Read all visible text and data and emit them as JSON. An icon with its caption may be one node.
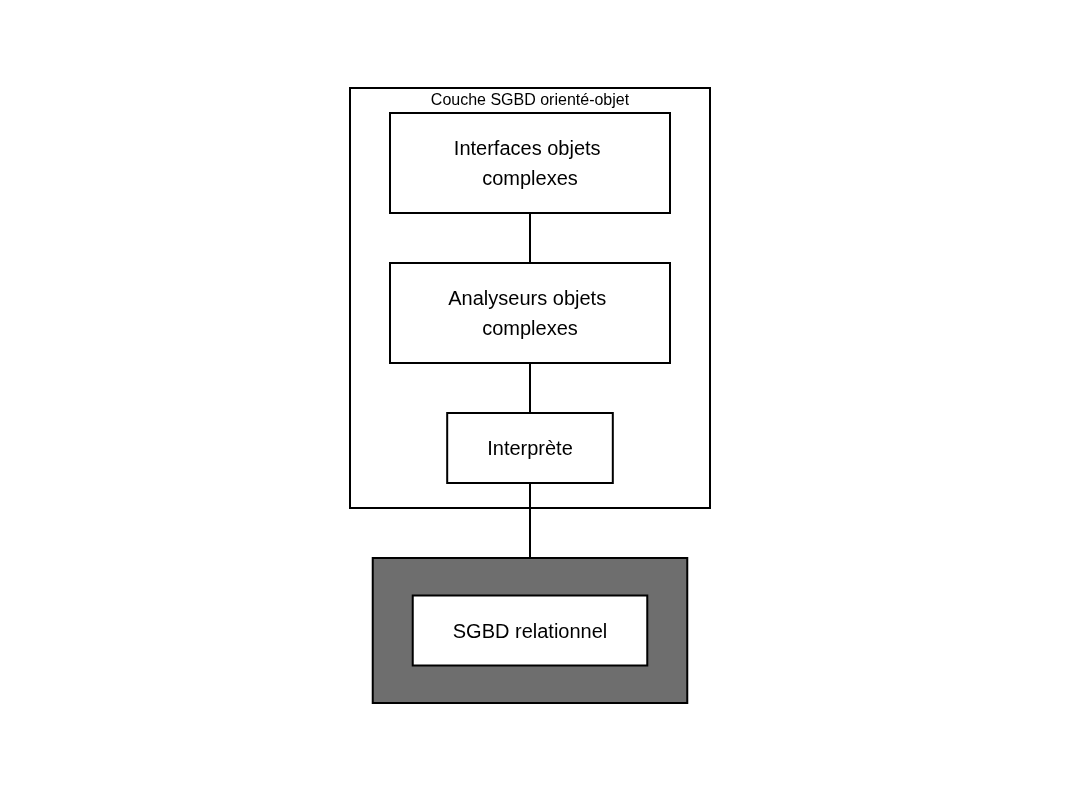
{
  "diagram": {
    "nodes": [
      {
        "text": [
          "Couche SGBD orienté-objet"
        ]
      },
      {
        "text": [
          "Interfaces objets complexes"
        ],
        "in": 0
      },
      {
        "text": [
          "Analyseurs objets complexes"
        ],
        "in": 0
      },
      {
        "text": [
          "Interprète"
        ],
        "in": 0
      },
      {
        "text": [],
        "shape": "box"
      },
      {
        "text": [
          "SGBD relationnel"
        ],
        "in": 4
      }
    ],
    "edges": [
      {
        "from": 1,
        "to": 2,
        "arrow": "none"
      },
      {
        "from": 2,
        "to": 3,
        "arrow": "none"
      },
      {
        "from": 3,
        "to": 4,
        "arrow": "none"
      }
    ]
  }
}
